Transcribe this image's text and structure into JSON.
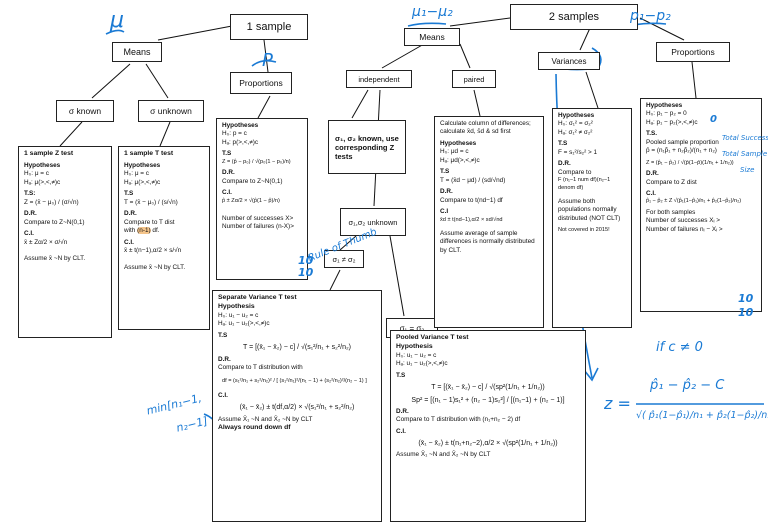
{
  "tree": {
    "one_sample": "1 sample",
    "two_samples": "2 samples",
    "means": "Means",
    "proportions": "Proportions",
    "sigma_known": "σ known",
    "sigma_unknown": "σ unknown",
    "independent": "independent",
    "paired": "paired",
    "variances": "Variances",
    "proportions2": "Proportions",
    "sigmas_known": "σ₁, σ₂ known, use corresponding Z tests",
    "sigmas_unknown": "σ₁,σ₂ unknown",
    "sigma_neq": "σ₁ ≠ σ₂",
    "sigma_eq": "σ₁ = σ₂"
  },
  "z_test": {
    "title": "1 sample Z test",
    "hyp": "Hypotheses",
    "h0": "H₀: μ = c",
    "ha": "Hₐ: μ(>,<,≠)c",
    "ts": "T.S:",
    "formula": "Z = (x̄ − μ₀) / (σ/√n)",
    "dr": "D.R.",
    "compare": "Compare to Z~N(0,1)",
    "ci": "C.I.",
    "ci_formula": "x̄ ± Zα/2 × σ/√n",
    "assume": "Assume x̄ ~N by CLT."
  },
  "t_test": {
    "title": "1 sample T test",
    "hyp": "Hypotheses",
    "h0": "H₀: μ = c",
    "ha": "Hₐ: μ(>,<,≠)c",
    "ts": "T.S",
    "formula": "T = (x̄ − μ₀) / (s/√n)",
    "dr": "D.R.",
    "compare": "Compare to T dist",
    "with": "with ",
    "df": "(n-1)",
    "df_tail": " df.",
    "ci": "C.I.",
    "ci_formula": "x̄ ± t(n−1),α/2 × s/√n",
    "assume": "Assume x̄ ~N by CLT."
  },
  "prop_test": {
    "hyp": "Hypotheses",
    "h0": "H₀: p = c",
    "ha": "Hₐ: p(>,<,≠)c",
    "ts": "T.S",
    "formula": "Z = (p̂ − p₀) / √(p₀(1 − p₀)/n)",
    "dr": "D.R.",
    "compare": "Compare to Z~N(0,1)",
    "ci": "C.I.",
    "ci_formula": "p̂ ± Zα/2 × √(p̂(1 − p̂)/n)",
    "succ": "Number of successes X>",
    "fail": "Number of failures (n-X)>"
  },
  "paired_test": {
    "calc": "Calculate column of differences; calculate x̄d, s̄d & sd first",
    "hyp": "Hypotheses",
    "h0": "H₀: μd = c",
    "ha": "Hₐ: μd(>,<,≠)c",
    "ts": "T.S",
    "formula": "T = (x̄d − μd) / (sd/√nd)",
    "dr": "D.R.",
    "compare": "Compare to t(nd−1) df",
    "ci": "C.I",
    "ci_formula": "x̄d ± t(nd−1),α/2 × sd/√nd",
    "assume": "Assume average of sample differences is normally distributed by CLT."
  },
  "var_test": {
    "hyp": "Hypotheses",
    "h0": "H₀: σ₁² = σ₂²",
    "ha": "Hₐ: σ₁² ≠ σ₂²",
    "ts": "T.S",
    "formula": "F = s₁²/s₂² > 1",
    "dr": "D.R.",
    "compare": "Compare to",
    "dist": "F (n₁−1 num df)(n₂−1 denom df)",
    "assume": "Assume both populations normally distributed (NOT CLT)",
    "covered": "Not covered in 2015!"
  },
  "prop2_test": {
    "hyp": "Hypotheses",
    "h0": "H₀: p₁ − p₂ = 0",
    "ha": "Hₐ: p₁ − p₂(>,<,≠)c",
    "ts": "T.S.",
    "pooled": "Pooled sample proportion",
    "pbar": "p̄ = (n₁p̂₁ + n₂p̂₂)/(n₁ + n₂)",
    "z": "Z = (p̂₁ − p̂₂) / √(p̄(1−p̄)(1/n₁ + 1/n₂))",
    "dr": "D.R.",
    "compare": "Compare to Z dist",
    "ci": "C.I.",
    "ci_formula": "p̂₁ − p̂₂ ± Z √(p̂₁(1−p̂₁)/n₁ + p̂₂(1−p̂₂)/n₂)",
    "both": "For both samples",
    "succ": "Number of successes Xᵢ >",
    "fail": "Number of failures nᵢ − Xᵢ >"
  },
  "sep_var": {
    "title": "Separate Variance T test",
    "hyp": "Hypothesis",
    "h0": "H₀: u₁ − u₂ = c",
    "ha": "Hₐ: u₁ − u₂(>,<,≠)c",
    "ts": "T.S",
    "formula": "T = [(x̄₁ − x̄₂) − c] / √(s₁²/n₁ + s₂²/n₂)",
    "dr": "D.R.",
    "compare": "Compare to T distribution with",
    "df_formula": "df = (s₁²/n₁ + s₂²/n₂)² / [ (s₁²/n₁)²/(n₁ − 1) + (s₂²/n₂)²/(n₂ − 1) ]",
    "ci": "C.I.",
    "ci_formula": "(x̄₁ − x̄₂) ± t(df,α/2) × √(s₁²/n₁ + s₂²/n₂)",
    "assume": "Assume X̄₁ ~N and X̄₂ ~N by CLT",
    "round": "Always round down df"
  },
  "pooled_var": {
    "title": "Pooled Variance T test",
    "hyp": "Hypothesis",
    "h0": "H₀: u₁ − u₂ = c",
    "ha": "Hₐ: u₁ − u₂(>,<,≠)c",
    "ts": "T.S",
    "formula": "T = [(x̄₁ − x̄₂) − c] / √(sp²(1/n₁ + 1/n₂))",
    "sp": "Sp² = [(n₁ − 1)s₁² + (n₂ − 1)s₂²] / [(n₁−1) + (n₂ − 1)]",
    "dr": "D.R.",
    "compare": "Compare to T distribution with (n₁+n₂ − 2) df",
    "ci": "C.I.",
    "ci_formula": "(x̄₁ − x̄₂) ± t(n₁+n₂−2),α/2 × √(sp²(1/n₁ + 1/n₂))",
    "assume": "Assume X̄₁ ~N and X̄₂ ~N by CLT"
  },
  "annotations": {
    "mu": "μ",
    "p": "P",
    "mu_diff": "μ₁−μ₂",
    "p_diff": "p₁−p₂",
    "ten_a": "10",
    "ten_b": "10",
    "ten_c": "10",
    "ten_d": "10",
    "zero": "0",
    "total_success": "Total Success",
    "total_sample": "Total Sample",
    "zero_size": "Size",
    "min_df_1": "min[n₁−1,",
    "min_df_2": "n₂−1]",
    "rule_of_thumb": "Rule of Thumb",
    "if_c": "if c ≠ 0",
    "num": "p̂₁ − p̂₂ − C",
    "z_eq": "z =",
    "den": "√( p̂₁(1−p̂₁)/n₁ + p̂₂(1−p̂₂)/n₂ )"
  },
  "colors": {
    "ink": "#1a7ad4",
    "highlight": "#f4c48a",
    "border": "#222222"
  }
}
